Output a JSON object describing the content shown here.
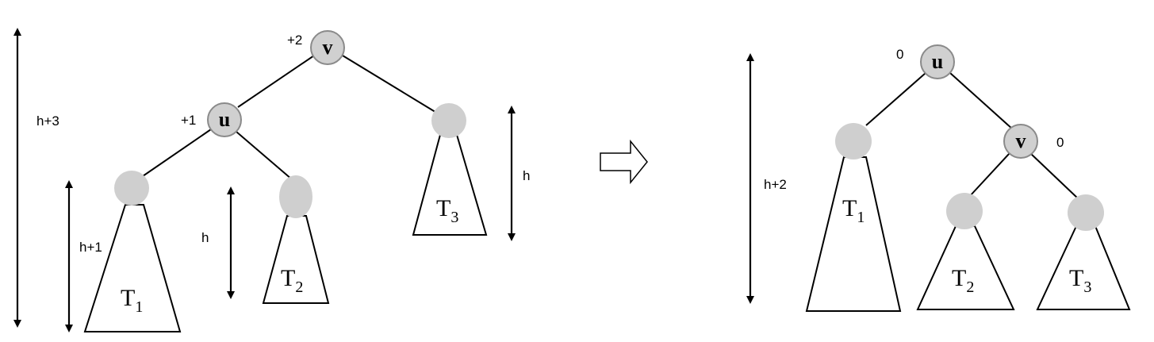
{
  "left_tree": {
    "root_node": "v",
    "root_balance": "+2",
    "child_node": "u",
    "child_balance": "+1",
    "subtrees": [
      {
        "letter": "T",
        "sub": "1"
      },
      {
        "letter": "T",
        "sub": "2"
      },
      {
        "letter": "T",
        "sub": "3"
      }
    ],
    "heights": {
      "total": "h+3",
      "t1": "h+1",
      "t2": "h",
      "t3": "h"
    }
  },
  "right_tree": {
    "root_node": "u",
    "root_balance": "0",
    "child_node": "v",
    "child_balance": "0",
    "subtrees": [
      {
        "letter": "T",
        "sub": "1"
      },
      {
        "letter": "T",
        "sub": "2"
      },
      {
        "letter": "T",
        "sub": "3"
      }
    ],
    "heights": {
      "total": "h+2"
    }
  },
  "transition_arrow": "right-arrow-icon",
  "colors": {
    "node_fill": "#d0d0d0",
    "line": "#000000"
  }
}
